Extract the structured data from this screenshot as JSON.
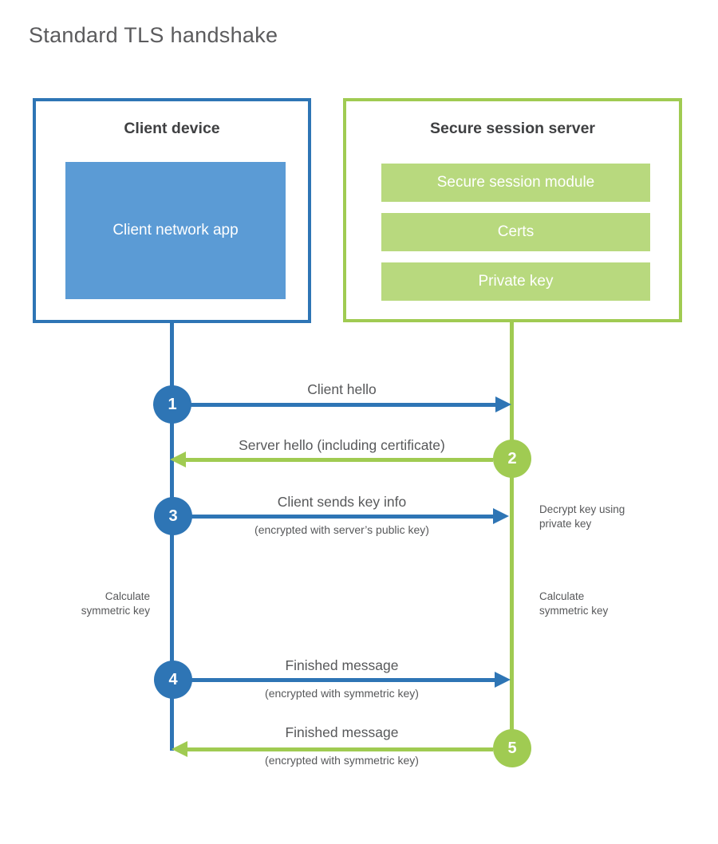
{
  "title": "Standard TLS handshake",
  "colors": {
    "client_blue": "#2e75b5",
    "client_blue_fill": "#5b9bd5",
    "server_green": "#a0cb52",
    "server_green_fill": "#b8d97e",
    "heading_text": "#3f4042",
    "label_text": "#57585a",
    "background": "#ffffff"
  },
  "client": {
    "title": "Client device",
    "app_label": "Client network app"
  },
  "server": {
    "title": "Secure session server",
    "modules": [
      "Secure session module",
      "Certs",
      "Private key"
    ]
  },
  "steps": [
    {
      "number": "1",
      "from": "client",
      "direction": "right",
      "label": "Client hello"
    },
    {
      "number": "2",
      "from": "server",
      "direction": "left",
      "label": "Server hello (including certificate)"
    },
    {
      "number": "3",
      "from": "client",
      "direction": "right",
      "label": "Client sends key info",
      "sublabel": "(encrypted with server’s public key)"
    },
    {
      "number": "4",
      "from": "client",
      "direction": "right",
      "label": "Finished message",
      "sublabel": "(encrypted with symmetric key)"
    },
    {
      "number": "5",
      "from": "server",
      "direction": "left",
      "label": "Finished message",
      "sublabel": "(encrypted with symmetric key)"
    }
  ],
  "notes": {
    "decrypt": "Decrypt key using private key",
    "calculate_left": "Calculate symmetric key",
    "calculate_right": "Calculate symmetric key"
  }
}
